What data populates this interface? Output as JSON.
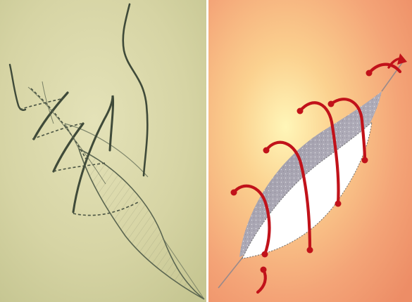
{
  "image": {
    "description_free": true,
    "panels": [
      {
        "id": "left",
        "style": "pencil-sketch",
        "background": "#d9d7a8",
        "line_color": "#3f4a39"
      },
      {
        "id": "right",
        "style": "illustration",
        "background_center": "#fff2b0",
        "background_edge": "#f0956c",
        "suture_color": "#c1121a",
        "wound_interior": "#ffffff",
        "tissue_edge": "#9c9aa8"
      }
    ]
  }
}
